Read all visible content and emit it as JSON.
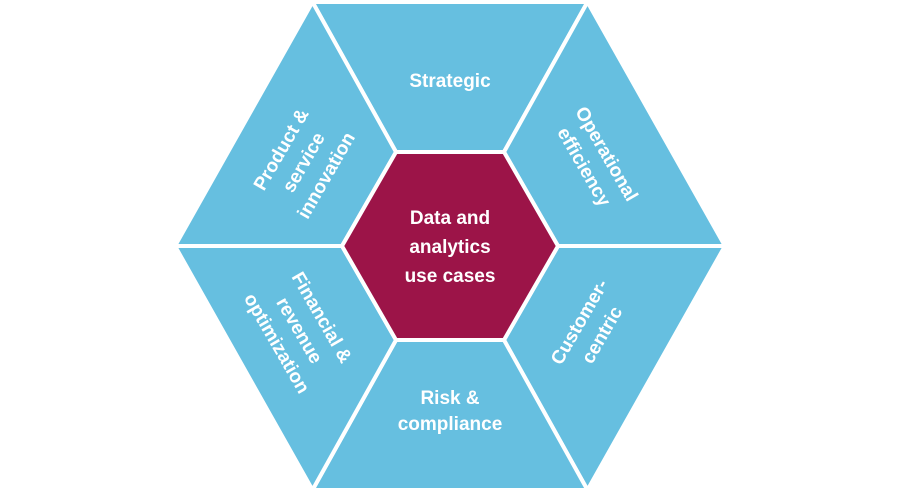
{
  "diagram": {
    "center": {
      "lines": [
        "Data and",
        "analytics",
        "use cases"
      ]
    },
    "segments": [
      {
        "id": "strategic",
        "lines": [
          "Strategic"
        ]
      },
      {
        "id": "operational",
        "lines": [
          "Operational",
          "efficiency"
        ]
      },
      {
        "id": "customer",
        "lines": [
          "Customer-",
          "centric"
        ]
      },
      {
        "id": "risk",
        "lines": [
          "Risk &",
          "compliance"
        ]
      },
      {
        "id": "financial",
        "lines": [
          "Financial &",
          "revenue",
          "optimization"
        ]
      },
      {
        "id": "product",
        "lines": [
          "Product &",
          "service",
          "innovation"
        ]
      }
    ],
    "colors": {
      "segment_fill": "#66bfe0",
      "segment_stroke": "#ffffff",
      "center_fill": "#9c1448",
      "text": "#ffffff"
    }
  }
}
